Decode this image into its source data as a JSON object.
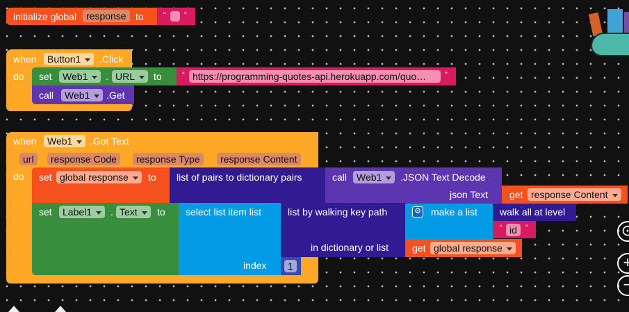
{
  "init_block": {
    "label": "initialize global",
    "var": "response",
    "to": "to",
    "string_value": ""
  },
  "click_event": {
    "when": "when",
    "component": "Button1",
    "event": ".Click",
    "do": "do",
    "set": "set",
    "set_component": "Web1",
    "dot": ".",
    "property": "URL",
    "to": "to",
    "url_value": "https://programming-quotes-api.herokuapp.com/quo…",
    "call": "call",
    "call_component": "Web1",
    "method": ".Get"
  },
  "gottext_event": {
    "when": "when",
    "component": "Web1",
    "event": ".Got Text",
    "params": [
      "url",
      "response Code",
      "response Type",
      "response Content"
    ],
    "do": "do",
    "set1": {
      "set": "set",
      "var": "global response",
      "to": "to"
    },
    "dict": {
      "label": "list of pairs to dictionary  pairs"
    },
    "json": {
      "call": "call",
      "component": "Web1",
      "method": ".JSON Text Decode",
      "arg": "json Text"
    },
    "get_content": {
      "get": "get",
      "var": "response Content"
    },
    "set2": {
      "set": "set",
      "component": "Label1",
      "dot": ".",
      "property": "Text",
      "to": "to"
    },
    "select": {
      "label": "select list item  list",
      "index": "index",
      "index_value": "1"
    },
    "walk": {
      "label": "list by walking key path",
      "arg": "in dictionary or list"
    },
    "make_list": {
      "label": "make a list"
    },
    "walk_all": {
      "label": "walk all at level"
    },
    "id_string": "id",
    "get_global": {
      "get": "get",
      "var": "global response"
    }
  },
  "quote_open": "“",
  "quote_close": "”",
  "zoom_controls": {
    "reset": "⊙",
    "zoom_in": "+",
    "zoom_out": "−"
  }
}
